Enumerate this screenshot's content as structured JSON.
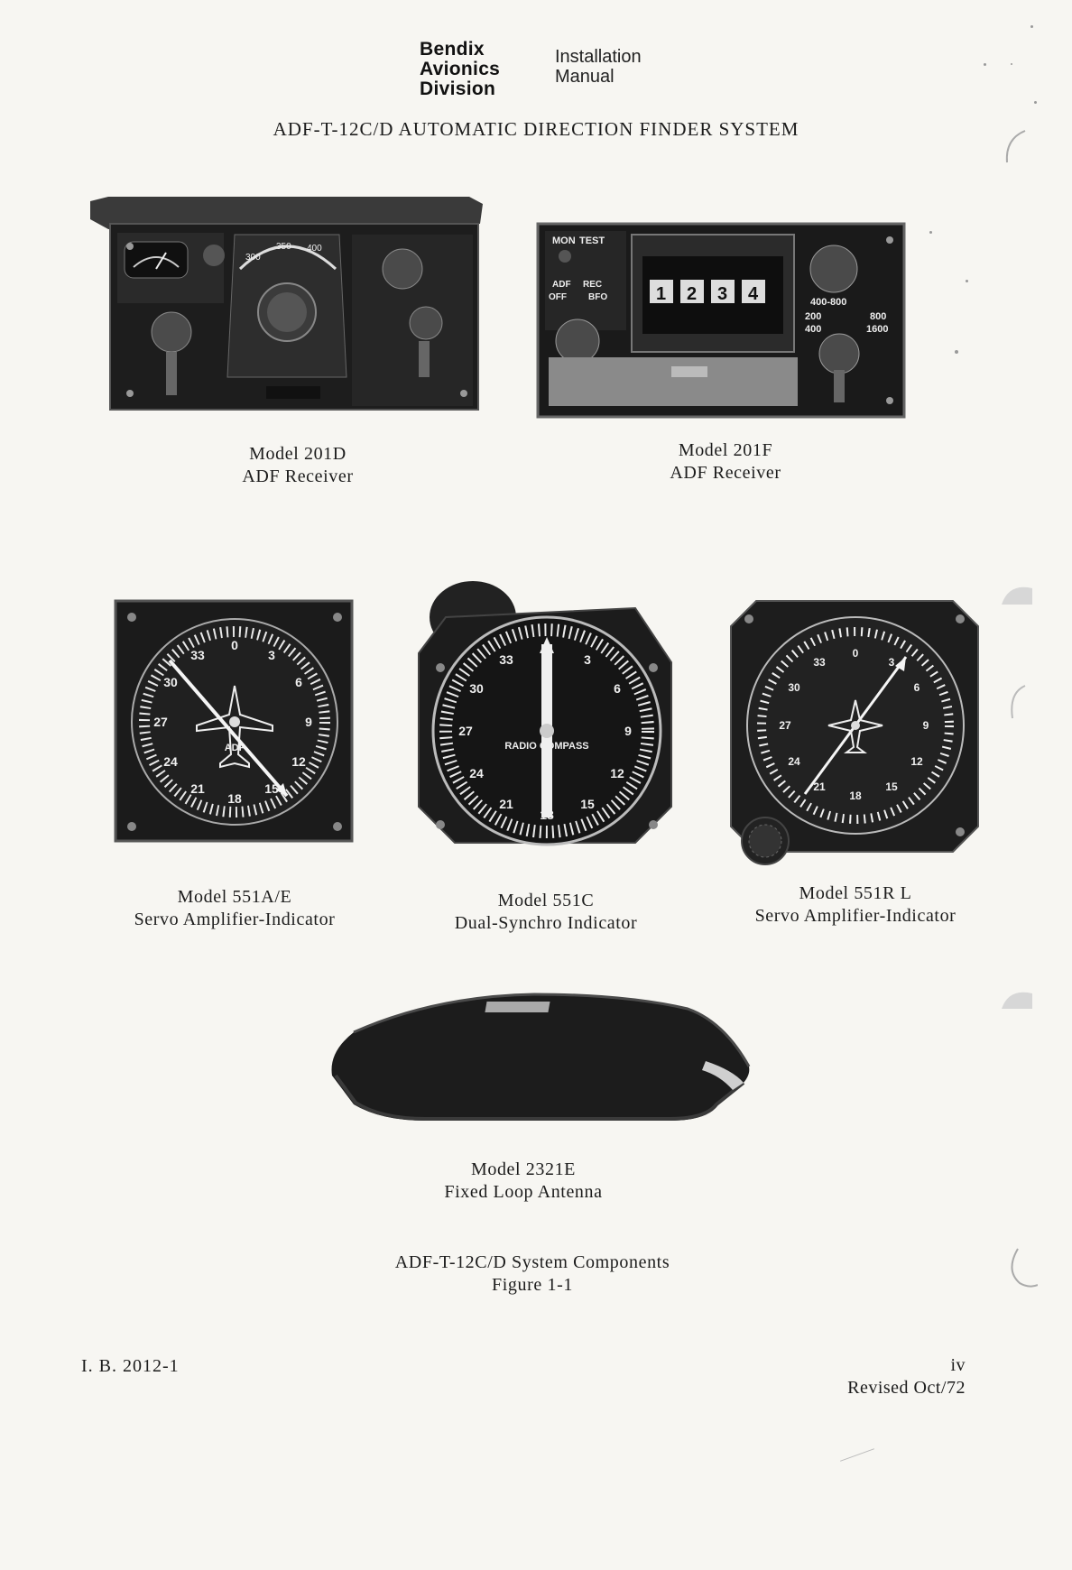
{
  "header": {
    "logo_lines": [
      "Bendix",
      "Avionics",
      "Division"
    ],
    "manual_lines": [
      "Installation",
      "Manual"
    ]
  },
  "title": "ADF-T-12C/D AUTOMATIC DIRECTION FINDER SYSTEM",
  "components": [
    {
      "model": "Model 201D",
      "desc": "ADF Receiver"
    },
    {
      "model": "Model 201F",
      "desc": "ADF Receiver"
    },
    {
      "model": "Model 551A/E",
      "desc": "Servo Amplifier-Indicator"
    },
    {
      "model": "Model 551C",
      "desc": "Dual-Synchro Indicator"
    },
    {
      "model": "Model 551R L",
      "desc": "Servo Amplifier-Indicator"
    },
    {
      "model": "Model 2321E",
      "desc": "Fixed Loop Antenna"
    }
  ],
  "figure": {
    "caption": "ADF-T-12C/D System Components",
    "number": "Figure 1-1"
  },
  "footer": {
    "doc_id": "I. B. 2012-1",
    "page": "iv",
    "revised": "Revised Oct/72"
  },
  "device_labels": {
    "f201_top": [
      "MON",
      "TEST"
    ],
    "f201_mode": [
      "ADF",
      "REC",
      "OFF",
      "BFO"
    ],
    "f201_digits": [
      "1",
      "2",
      "3",
      "4"
    ],
    "f201_band": [
      "400-800",
      "200",
      "400",
      "800",
      "1600"
    ],
    "ind_a_logo": "ADF",
    "ind_c_logo": "RADIO COMPASS",
    "dial_numbers": [
      "0",
      "3",
      "6",
      "9",
      "12",
      "15",
      "18",
      "21",
      "24",
      "27",
      "30",
      "33"
    ]
  }
}
